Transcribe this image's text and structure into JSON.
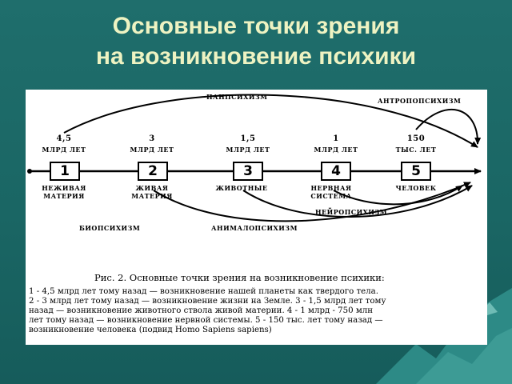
{
  "title": {
    "line1": "Основные точки зрения",
    "line2": "на возникновение психики"
  },
  "stages": [
    {
      "time_value": "4,5",
      "time_unit": "МЛРД ЛЕТ",
      "number": "1",
      "name_line1": "НЕЖИВАЯ",
      "name_line2": "МАТЕРИЯ"
    },
    {
      "time_value": "3",
      "time_unit": "МЛРД ЛЕТ",
      "number": "2",
      "name_line1": "ЖИВАЯ",
      "name_line2": "МАТЕРИЯ"
    },
    {
      "time_value": "1,5",
      "time_unit": "МЛРД ЛЕТ",
      "number": "3",
      "name_line1": "ЖИВОТНЫЕ",
      "name_line2": ""
    },
    {
      "time_value": "1",
      "time_unit": "МЛРД ЛЕТ",
      "number": "4",
      "name_line1": "НЕРВНАЯ",
      "name_line2": "СИСТЕМА"
    },
    {
      "time_value": "150",
      "time_unit": "ТЫС. ЛЕТ",
      "number": "5",
      "name_line1": "ЧЕЛОВЕК",
      "name_line2": ""
    }
  ],
  "theories": {
    "panpsychism": "ПАНПСИХИЗМ",
    "anthropopsychism": "АНТРОПОПСИХИЗМ",
    "biopsychism": "БИОПСИХИЗМ",
    "animalopsychism": "АНИМАЛОПСИХИЗМ",
    "neuropsychism": "НЕЙРОПСИХИЗМ"
  },
  "caption": "Рис. 2. Основные точки зрения на возникновение психики:",
  "legend_lines": [
    "1 - 4,5 млрд лет тому назад — возникновение нашей планеты как твердого тела.",
    "2 - 3 млрд лет тому назад — возникновение жизни на Земле. 3 - 1,5 млрд лет тому",
    "назад — возникновение животного ствола живой материи. 4 - 1 млрд - 750 млн",
    "лет тому назад — возникновение нервной системы. 5 - 150 тыс. лет тому назад —",
    "возникновение человека (подвид Homo Sapiens sapiens)"
  ]
}
